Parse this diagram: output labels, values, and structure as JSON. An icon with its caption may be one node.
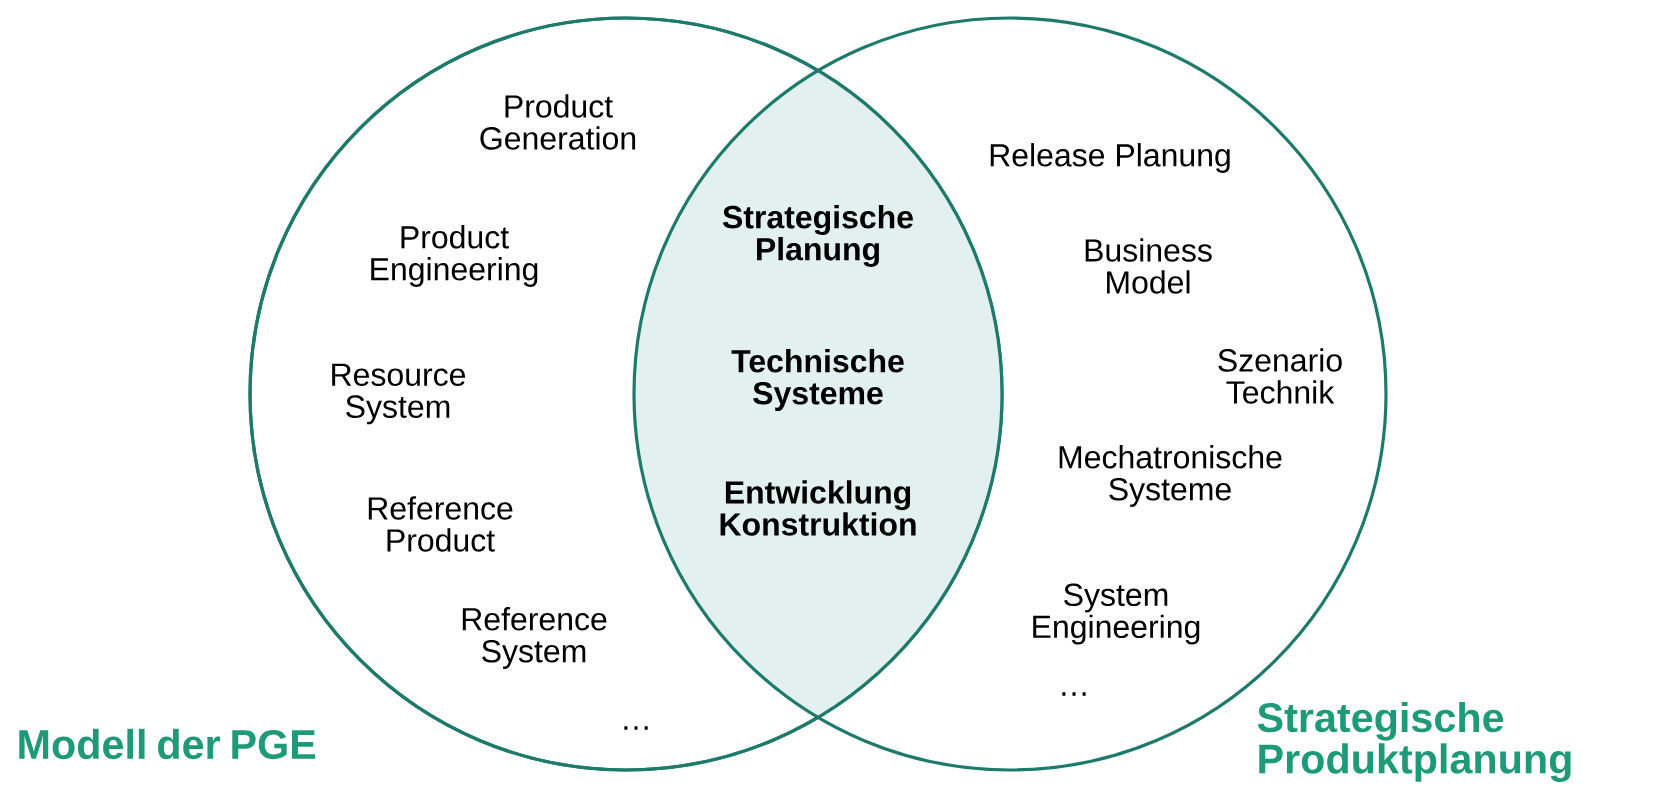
{
  "diagram": {
    "nodes": [
      {
        "text": [
          "Modell der PGE",
          "Product Generation",
          "Product Engineering",
          "Resource System",
          "Reference Product",
          "Reference System",
          "…"
        ]
      },
      {
        "text": [
          "Strategische Produktplanung",
          "Release Planung",
          "Business Model",
          "Szenario Technik",
          "Mechatronische Systeme",
          "System Engineering",
          "…"
        ]
      },
      {
        "text": [
          "Strategische Planung",
          "Technische Systeme",
          "Entwicklung Konstruktion"
        ]
      }
    ]
  }
}
